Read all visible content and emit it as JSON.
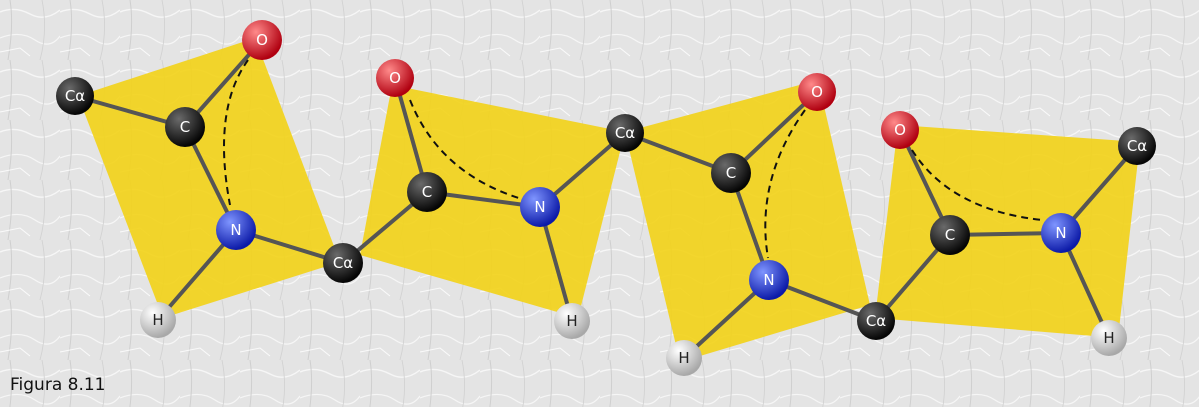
{
  "caption": "Figura 8.11",
  "atom_labels": {
    "alpha_carbon": "Cα",
    "carbon": "C",
    "oxygen": "O",
    "nitrogen": "N",
    "hydrogen": "H"
  },
  "colors": {
    "background": "#e4e4e4",
    "plane_fill": "#f2d21b",
    "bond": "#555555",
    "carbon": "#111111",
    "oxygen": "#e3141b",
    "nitrogen": "#1d2fe0",
    "hydrogen": "#e8e8e8"
  }
}
